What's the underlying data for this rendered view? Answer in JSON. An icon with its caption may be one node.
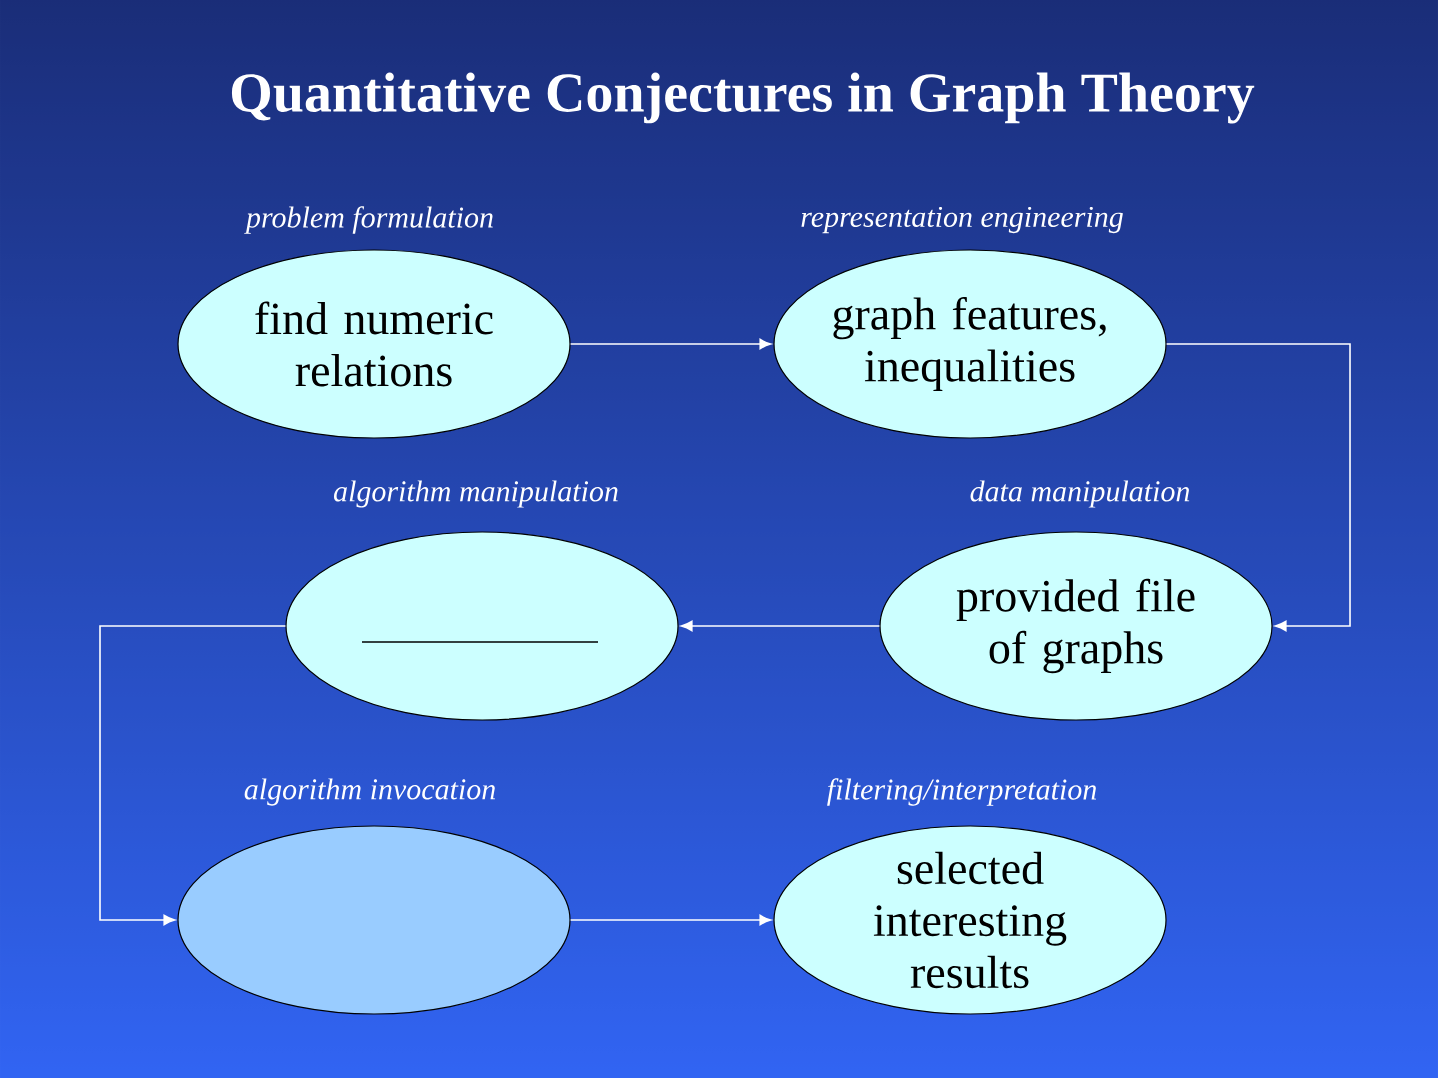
{
  "diagram": {
    "title": "Quantitative Conjectures in Graph Theory",
    "nodes": [
      {
        "text": [
          "find numeric relations"
        ],
        "beside": [
          "problem formulation"
        ]
      },
      {
        "text": [
          "graph features, inequalities"
        ],
        "beside": [
          "representation engineering"
        ]
      },
      {
        "text": [
          "provided file of graphs"
        ],
        "beside": [
          "data manipulation"
        ]
      },
      {
        "text": [],
        "shape": "ellipse",
        "beside": [
          "algorithm manipulation"
        ]
      },
      {
        "text": [],
        "shape": "ellipse",
        "beside": [
          "algorithm invocation"
        ]
      },
      {
        "text": [
          "selected interesting results"
        ],
        "beside": [
          "filtering/interpretation"
        ]
      }
    ],
    "edges": [
      {
        "from": 0,
        "to": 1,
        "arrow": "to"
      },
      {
        "from": 1,
        "to": 2,
        "arrow": "to"
      },
      {
        "from": 2,
        "to": 3,
        "arrow": "to"
      },
      {
        "from": 3,
        "to": 4,
        "arrow": "to"
      },
      {
        "from": 4,
        "to": 5,
        "arrow": "to"
      }
    ]
  }
}
